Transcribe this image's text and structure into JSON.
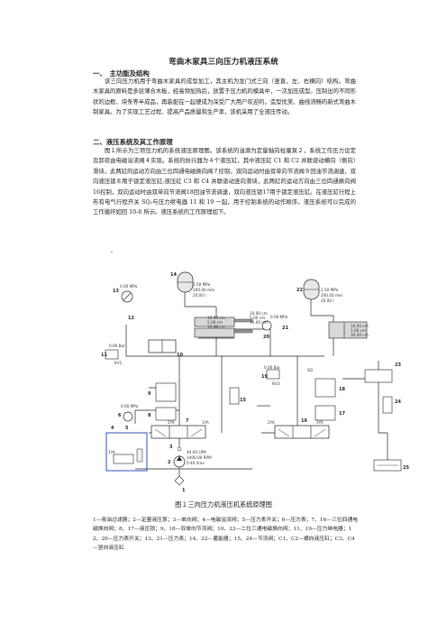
{
  "document": {
    "title": "弯曲木家具三向压力机液压系统",
    "section1_heading": "一、　主功能及结构",
    "section1_text": "该三向压力机用于弯曲木家具的成型加工，其主机为龙门式三向（竖直，左、右横向）结构。弯曲木家具的原料是多层薄合木板，经高频加热后，放置于压力机的模具中，一次加压成型。压制出的不同形状的边框、块条等半成品，再装配在一起便成为深受广大用户欢迎的，造型优美、曲线流畅的新式弯曲木制家具。为了实现工艺过程、提高产品质量和生产率，该机采用了全液压传动。",
    "section2_heading": "二、液压系统及其工作原理",
    "section2_text": "图１所示为三项压力机的系统液压原理图。该系统的油源为定量轴向柱塞泵２，系统工作压力设定及卸荷由电磁溢流阀４实现。系统的执行器为４个液压缸，其中液压缸 C1 和 C2 并联驱动横向（侧向）滑块，此两缸的运动方向由三位四通电磁换向阀７控制，双向运动时由双单向节流阀９回油节流调速，双向液压锁８用于锁定液压缸;液压缸 C3 和 C4 并联驱动竖向滑块，此两缸的运动方向由三位四通换向阀16控制，双向运动时由双单向节流阀18回油节流调速，双向液压锁17用于锁定液压缸。在液压缸行程上布有电气行程开关 SQ₁与压力继电器 11 和 19 一起，用于控制系统的动作顺序。液压系统可以完成的工作循环如回 10-8 所示。液压系统的工作原理如下。",
    "figure_caption": "图１三向压力机液压机系统原理图",
    "legend_text": "1—吸油过滤器；2—定量液压泵；3—单向阀；4—电磁溢流阀；5—压力表开关；6—压力表；7、16—三位四通电磁换向阀；8、17—液压锁；9、18—双单向节流阀；10、23—二位三通电磁换向阀；11、19—压力继电器；12、20—压力表开关；13、21—压力表；14、22—蓄能器；15、24—节流阀；C1、C2—横向液压缸；C3、C4—竖向液压缸",
    "stray_mark": "⸗"
  },
  "figure": {
    "frame_color": "#1a3fa8",
    "labels": {
      "p13": "0.00 MPa",
      "acc14_a": "2.50 MPa",
      "acc14_b": "200.00 mm",
      "acc14_c": "20.00 l",
      "acc22_a": "2.50 MPa",
      "acc22_b": "200.00 mm",
      "acc22_c": "20.00 l",
      "cylL_a": "10.00 cm",
      "cylL_b": "5.00 cm",
      "cylL_c": "10.00 cm",
      "cylM_a": "10.00 cm",
      "cylM_b": "5.00 cm",
      "cylM_c": "30.00 cm",
      "p21": "0.00 MPa",
      "cylR_a": "10.00 cm",
      "cylR_b": "5.00 cm",
      "cylR_c": "30.00 cm",
      "sw11": "0.00 Bar",
      "sw19": "0.00 Bar",
      "p6": "0.00 MPa",
      "pump_a": "40.00 LPM",
      "pump_b": "1400.00 RPM",
      "pump_c": "0.40 l/rev",
      "kv_l": "KV1",
      "kv_r": "KV3",
      "sq": "SQ",
      "valve_l_a": "2YA",
      "valve_l_b": "1YA",
      "valve_r_a": "2YA",
      "valve_r_b": "3YA",
      "valve4": "1YA"
    },
    "numbers": {
      "n1": "1",
      "n2": "2",
      "n3": "3",
      "n4": "4",
      "n5": "5",
      "n6": "6",
      "n7": "7",
      "n8": "8",
      "n9": "9",
      "n10": "10",
      "n11": "11",
      "n12": "12",
      "n13": "13",
      "n14": "14",
      "n15": "15",
      "n16": "16",
      "n17": "17",
      "n18": "18",
      "n19": "19",
      "n20": "20",
      "n21": "21",
      "n22": "22",
      "n23": "23",
      "n24": "24",
      "n25": "25"
    }
  }
}
